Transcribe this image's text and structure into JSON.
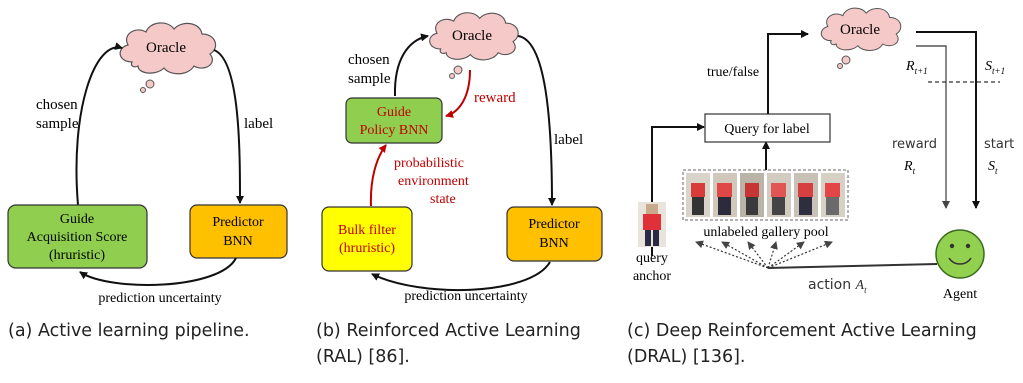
{
  "panel_a": {
    "oracle": "Oracle",
    "left_edge_label": [
      "chosen",
      "sample"
    ],
    "right_edge_label": "label",
    "guide_box": [
      "Guide",
      "Acquisition Score",
      "(hruristic)"
    ],
    "predictor_box": [
      "Predictor",
      "BNN"
    ],
    "bottom_edge_label": "prediction uncertainty",
    "caption": "(a) Active learning pipeline."
  },
  "panel_b": {
    "oracle": "Oracle",
    "chosen_label": [
      "chosen",
      "sample"
    ],
    "reward_label": "reward",
    "guide_box": [
      "Guide",
      "Policy BNN"
    ],
    "state_label": [
      "probabilistic",
      "environment",
      "state"
    ],
    "bulk_box": [
      "Bulk filter",
      "(hruristic)"
    ],
    "predictor_box": [
      "Predictor",
      "BNN"
    ],
    "label_edge": "label",
    "bottom_edge_label": "prediction uncertainty",
    "caption": [
      "(b) Reinforced Active Learning",
      "(RAL) [86]."
    ]
  },
  "panel_c": {
    "oracle": "Oracle",
    "true_false": "true/false",
    "query_box": "Query for label",
    "r_next": "R",
    "r_next_sub": "t+1",
    "s_next": "S",
    "s_next_sub": "t+1",
    "reward_word": "reward",
    "reward_sym": "R",
    "reward_sub": "t",
    "start_word": "start",
    "start_sym": "S",
    "start_sub": "t",
    "query_anchor": [
      "query",
      "anchor"
    ],
    "gallery_label": "unlabeled gallery pool",
    "action_word": "action",
    "action_sym": "A",
    "action_sub": "t",
    "agent": "Agent",
    "caption": [
      "(c) Deep Reinforcement Active Learning",
      "(DRAL) [136]."
    ]
  },
  "colors": {
    "guide_green": "#8fce4f",
    "predictor_orange": "#ffc000",
    "bulk_yellow": "#ffff00",
    "oracle_pink": "#f6c9c9",
    "agent_green": "#92d050",
    "red_text": "#c00000"
  }
}
